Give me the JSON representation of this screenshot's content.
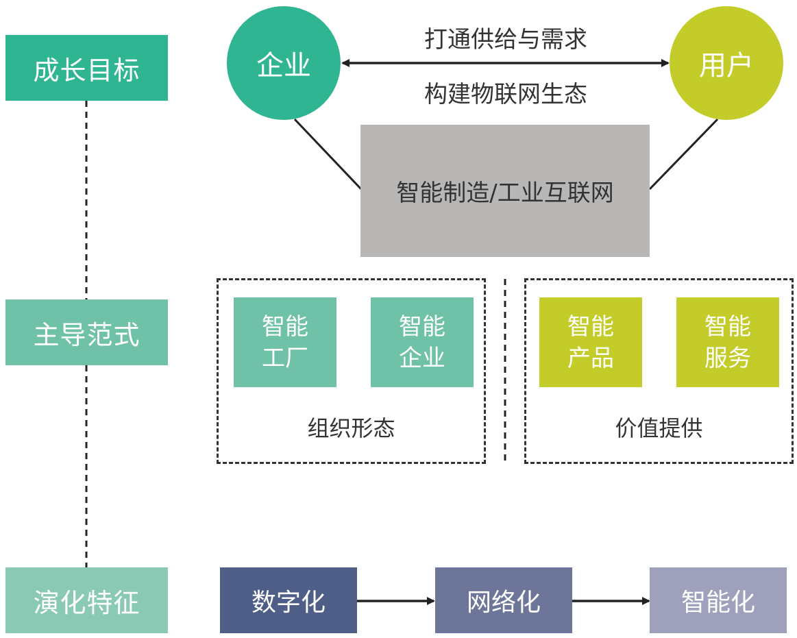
{
  "levels": {
    "goal": "成长目标",
    "paradigm": "主导范式",
    "evolution": "演化特征"
  },
  "top": {
    "enterprise": "企业",
    "user": "用户",
    "arrow_text_top": "打通供给与需求",
    "arrow_text_bottom": "构建物联网生态",
    "platform": "智能制造/工业互联网"
  },
  "middle": {
    "org_group_label": "组织形态",
    "value_group_label": "价值提供",
    "tiles": [
      {
        "line1": "智能",
        "line2": "工厂"
      },
      {
        "line1": "智能",
        "line2": "企业"
      },
      {
        "line1": "智能",
        "line2": "产品"
      },
      {
        "line1": "智能",
        "line2": "服务"
      }
    ]
  },
  "bottom": {
    "steps": [
      "数字化",
      "网络化",
      "智能化"
    ]
  },
  "colors": {
    "green_dark": "#2fb592",
    "green_mid": "#6fc2a8",
    "green_light": "#8ac9b3",
    "lime": "#c3cc29",
    "gray_platform": "#b9b6b6",
    "navy": "#4f5e86",
    "slate": "#6d7699",
    "lavender": "#9fa1bc"
  }
}
